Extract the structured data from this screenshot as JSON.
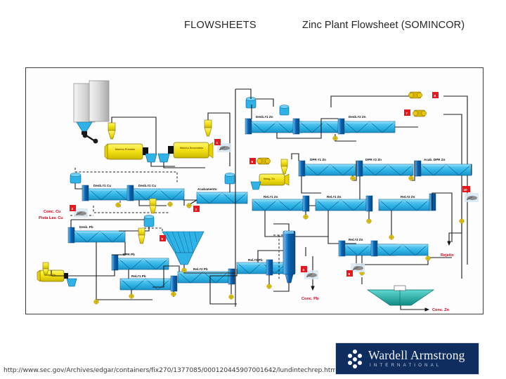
{
  "header": {
    "left_title": "FLOWSHEETS",
    "right_title": "Zinc Plant Flowsheet (SOMINCOR)"
  },
  "footer": {
    "url": "http://www.sec.gov/Archives/edgar/containers/fix270/1377085/000120445907001642/lundintechrep.htm",
    "logo_name": "Wardell Armstrong",
    "logo_subtitle": "INTERNATIONAL"
  },
  "diagram": {
    "title": "Zinc Plant Flowsheet (SOMINCOR)",
    "colors": {
      "cell_blue": "#2fb3e6",
      "cell_dark_blue": "#0a63b5",
      "mill_yellow": "#f2e014",
      "badge_red": "#e8171e",
      "pipe": "#1a1a1a",
      "red_text": "#d0021b",
      "thickener_teal": "#2fb8b0",
      "tank_grey": "#d8d8d8"
    },
    "equipment_labels": [
      "Desb.#1 Cu",
      "Desb.#2 Cu",
      "Acabamento",
      "Desb.#1 Zn",
      "Desb.#2 Zn",
      "DPR #1 Zn",
      "DPR #2 Zn",
      "Acab. DPR Zn",
      "Rel.#1 Zn",
      "Rel.#1 Zn",
      "Rel.#2 Zn",
      "Rel.#3 Zn",
      "Desb. Pb",
      "DPR Pb",
      "Rel.#1 Pb",
      "Rel.#2 Pb",
      "Rel.#3 Pb"
    ],
    "mill_labels": [
      "Moinho Primário",
      "Moinho Secundário",
      "Moag. Zn",
      "Moag. Pb"
    ],
    "stream_labels": [
      "Conc. Cu",
      "Pista Lav. Cu",
      "Conc. Pb",
      "Conc. Zn",
      "Rejeito"
    ],
    "sample_badges": [
      "1",
      "2",
      "3",
      "5",
      "4",
      "6",
      "7",
      "8",
      "9",
      "10"
    ],
    "cells": {
      "desb1cu": "Desb.#1 Cu",
      "desb2cu": "Desb.#2 Cu",
      "acab_cu": "Acabamento",
      "desb1zn": "Desb.#1 Zn",
      "desb2zn": "Desb.#2 Zn",
      "dpr1zn": "DPR #1 Zn",
      "dpr2zn": "DPR #2 Zn",
      "acabdprzn": "Acab. DPR Zn",
      "rel1zn_a": "Rel.#1 Zn",
      "rel1zn_b": "Rel.#1 Zn",
      "rel2zn": "Rel.#2 Zn",
      "rel3zn": "Rel.#3 Zn",
      "desbpb": "Desb. Pb",
      "dprpb": "DPR Pb",
      "rel1pb": "Rel.#1 Pb",
      "rel2pb": "Rel.#2 Pb",
      "rel3pb": "Rel.#3 Pb"
    },
    "mills": {
      "primary": "Moinho Primário",
      "secondary": "Moinho Secundário",
      "zn": "Moag. Zn",
      "pb": "Moag. Pb"
    },
    "streams": {
      "conc_cu_line1": "Conc. Cu",
      "conc_cu_line2": "Pista Lav. Cu",
      "conc_pb": "Conc. Pb",
      "conc_zn": "Conc. Zn",
      "rejeito": "Rejeito"
    },
    "badges": {
      "b1": "1",
      "b2": "2",
      "b3": "3",
      "b4": "4",
      "b5": "5",
      "b6": "6",
      "b7": "7",
      "b8": "8",
      "b9": "9",
      "b10": "10"
    }
  }
}
